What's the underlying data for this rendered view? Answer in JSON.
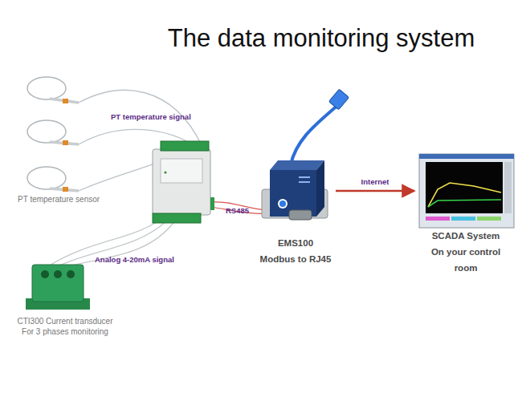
{
  "diagram": {
    "title": "The data monitoring system",
    "nodes": [
      {
        "text": [
          "PT temperature sensor"
        ]
      },
      {
        "text": [
          "CTI300 Current transducer For 3 phases monitoring"
        ]
      },
      {
        "text": [
          "EMS100",
          "Modbus to RJ45"
        ]
      },
      {
        "text": [
          "SCADA System",
          "On your control room"
        ]
      }
    ],
    "edges": [
      {
        "from": 2,
        "to": 3,
        "label": "Internet",
        "arrow": "to"
      }
    ],
    "labels": [
      "PT temperature signal",
      "RS485",
      "Analog 4-20mA signal"
    ]
  }
}
